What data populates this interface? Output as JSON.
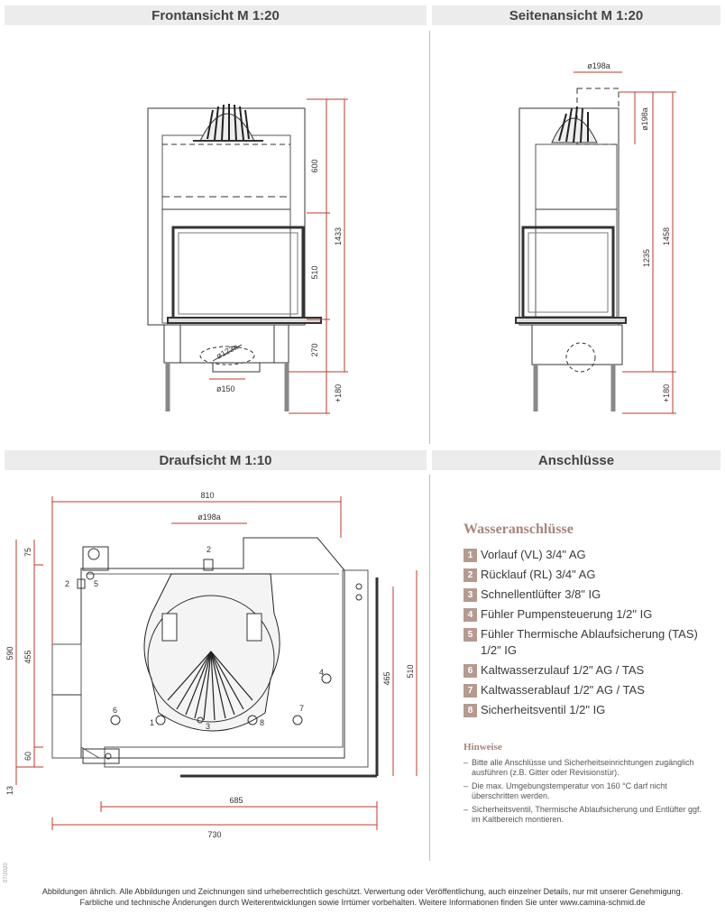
{
  "panels": {
    "front_title": "Frontansicht M 1:20",
    "side_title": "Seitenansicht M 1:20",
    "top_title": "Draufsicht M 1:10",
    "connections_title": "Anschlüsse"
  },
  "front_dims": {
    "d600": "600",
    "d1433": "1433",
    "d510": "510",
    "d270": "270",
    "d180": "+180",
    "flue": "ø123a",
    "pipe": "ø150"
  },
  "side_dims": {
    "flue_top": "ø198a",
    "flue_side": "ø198a",
    "d1235": "1235",
    "d1458": "1458",
    "d180": "+180"
  },
  "top_dims": {
    "d810": "810",
    "flue": "ø198a",
    "d75": "75",
    "d590": "590",
    "d455": "455",
    "d60": "60",
    "d13": "13",
    "d465": "465",
    "d510": "510",
    "d685": "685",
    "d730": "730",
    "markers": [
      "2",
      "2",
      "5",
      "4",
      "6",
      "1",
      "3",
      "8",
      "7"
    ]
  },
  "connections": {
    "heading": "Wasseranschlüsse",
    "items": [
      {
        "num": "1",
        "label": "Vorlauf (VL) 3/4\" AG"
      },
      {
        "num": "2",
        "label": "Rücklauf (RL) 3/4\" AG"
      },
      {
        "num": "3",
        "label": "Schnellentlüfter 3/8\" IG"
      },
      {
        "num": "4",
        "label": "Fühler Pumpensteuerung 1/2\" IG"
      },
      {
        "num": "5",
        "label": "Fühler Thermische Ablaufsicherung (TAS) 1/2\" IG"
      },
      {
        "num": "6",
        "label": "Kaltwasserzulauf 1/2\" AG / TAS"
      },
      {
        "num": "7",
        "label": "Kaltwasserablauf 1/2\" AG / TAS"
      },
      {
        "num": "8",
        "label": "Sicherheitsventil 1/2\" IG"
      }
    ]
  },
  "notes": {
    "heading": "Hinweise",
    "items": [
      "Bitte alle Anschlüsse und Sicherheitseinrichtungen zugänglich ausführen (z.B. Gitter oder Revisionstür).",
      "Die max. Umgebungstemperatur von 160 °C darf nicht überschritten werden.",
      "Sicherheitsventil, Thermische Ablaufsicherung und Entlüfter ggf. im Kaltbereich montieren."
    ]
  },
  "footer": {
    "line1": "Abbildungen ähnlich. Alle Abbildungen und Zeichnungen sind urheberrechtlich geschützt. Verwertung oder Veröffentlichung, auch einzelner Details, nur mit unserer Genehmigung.",
    "line2": "Farbliche und technische Änderungen durch Weiterentwicklungen sowie Irrtümer vorbehalten. Weitere Informationen finden Sie unter www.camina-schmid.de",
    "side_code": "07/2020"
  }
}
